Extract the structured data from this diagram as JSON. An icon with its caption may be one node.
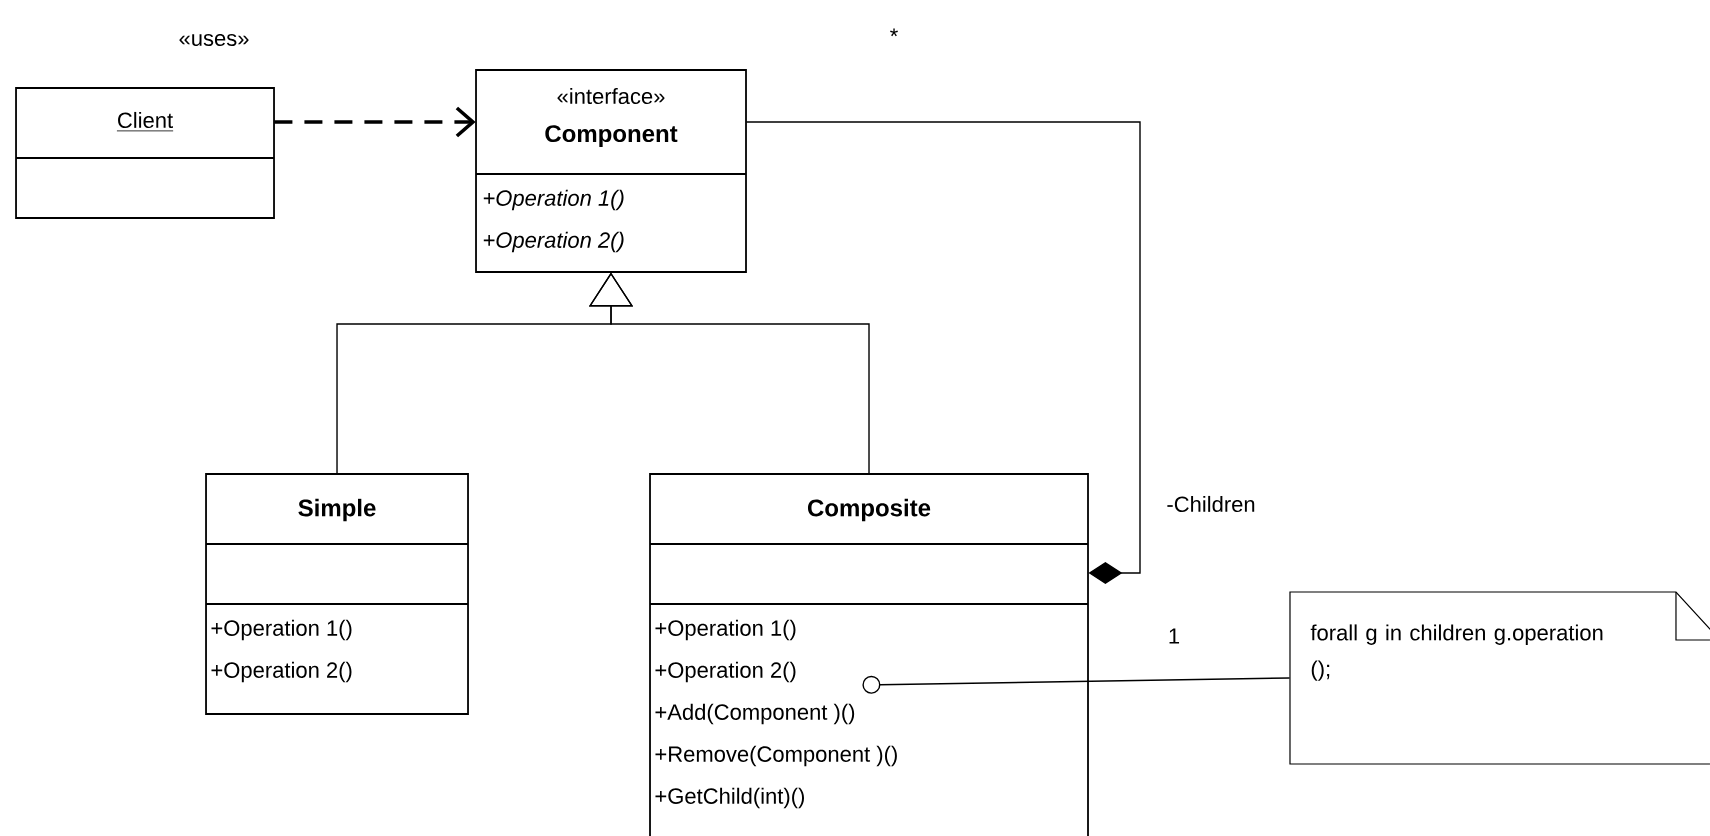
{
  "diagram": {
    "nodes": [
      {
        "text": [
          "Client"
        ]
      },
      {
        "text": [
          "«interface»",
          "Component",
          "+Operation 1()",
          "+Operation  2()"
        ]
      },
      {
        "text": [
          "Simple",
          "+Operation 1()",
          "+Operation 2()"
        ]
      },
      {
        "text": [
          "Composite",
          "+Operation 1()",
          "+Operation 2()",
          "+Add(Component )()",
          "+Remove(Component )()",
          "+GetChild(int)()"
        ]
      },
      {
        "text": [
          "forall g in children g.operation ();"
        ]
      }
    ],
    "edges": [
      {
        "from": 0,
        "to": 1,
        "arrow": "to",
        "label": "«uses»",
        "style": "dashed"
      },
      {
        "from": 2,
        "to": 1,
        "arrow": "to"
      },
      {
        "from": 3,
        "to": 1,
        "arrow": "to"
      },
      {
        "from": 3,
        "to": 1,
        "arrow": "other"
      },
      {
        "from": 3,
        "to": 4,
        "arrow": "other"
      }
    ],
    "labels": [
      "*",
      "-Children",
      "1"
    ]
  }
}
